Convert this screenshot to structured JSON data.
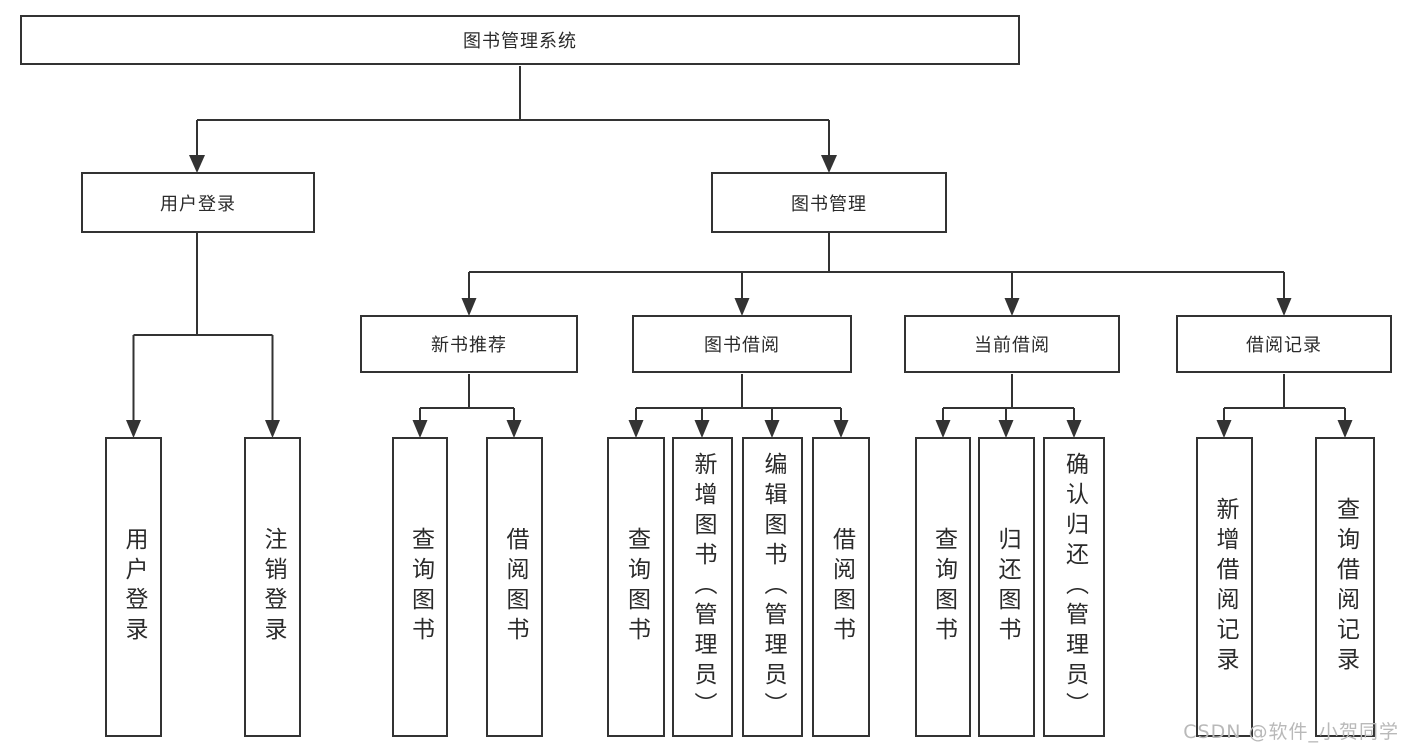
{
  "diagram": {
    "root": {
      "label": "图书管理系统"
    },
    "level2": [
      {
        "label": "用户登录"
      },
      {
        "label": "图书管理"
      }
    ],
    "level3": [
      {
        "label": "新书推荐"
      },
      {
        "label": "图书借阅"
      },
      {
        "label": "当前借阅"
      },
      {
        "label": "借阅记录"
      }
    ],
    "leaves": [
      {
        "label": "用户登录"
      },
      {
        "label": "注销登录"
      },
      {
        "label": "查询图书"
      },
      {
        "label": "借阅图书"
      },
      {
        "label": "查询图书"
      },
      {
        "label": "新增图书（管理员）"
      },
      {
        "label": "编辑图书（管理员）"
      },
      {
        "label": "借阅图书"
      },
      {
        "label": "查询图书"
      },
      {
        "label": "归还图书"
      },
      {
        "label": "确认归还（管理员）"
      },
      {
        "label": "新增借阅记录"
      },
      {
        "label": "查询借阅记录"
      }
    ]
  },
  "watermark": {
    "text": "CSDN @软件_小贺同学"
  },
  "colors": {
    "line": "#333333",
    "box_border": "#333333",
    "box_fill": "#ffffff",
    "text": "#2b2b2b",
    "watermark": "#b9b9b9",
    "background": "#ffffff"
  }
}
